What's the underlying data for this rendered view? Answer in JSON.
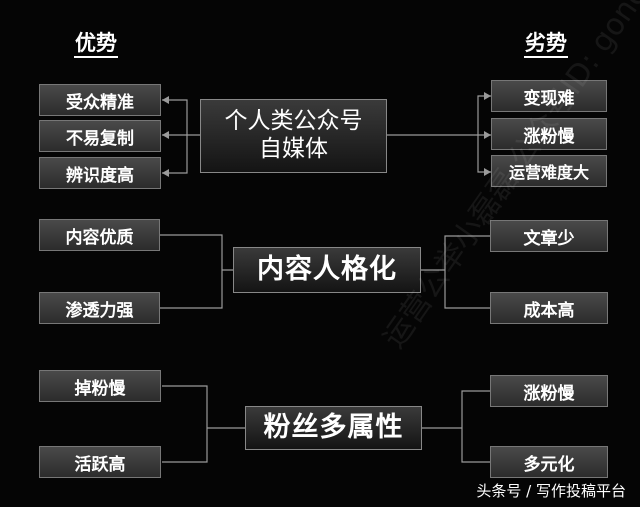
{
  "headers": {
    "advantages": "优势",
    "disadvantages": "劣势"
  },
  "sections": [
    {
      "center": [
        "个人类公众号",
        "自媒体"
      ],
      "advantages": [
        "受众精准",
        "不易复制",
        "辨识度高"
      ],
      "disadvantages": [
        "变现难",
        "涨粉慢",
        "运营难度大"
      ]
    },
    {
      "center": [
        "内容人格化"
      ],
      "advantages": [
        "内容优质",
        "渗透力强"
      ],
      "disadvantages": [
        "文章少",
        "成本高"
      ]
    },
    {
      "center": [
        "粉丝多属性"
      ],
      "advantages": [
        "掉粉慢",
        "活跃高"
      ],
      "disadvantages": [
        "涨粉慢",
        "多元化"
      ]
    }
  ],
  "watermark": "运营公举小磊磊 公众号ID: gonglei",
  "footer": "头条号 / 写作投稿平台",
  "colors": {
    "background": "#050505",
    "box": "#3a3a3a",
    "line": "#9a9a9a",
    "text": "#ffffff"
  }
}
